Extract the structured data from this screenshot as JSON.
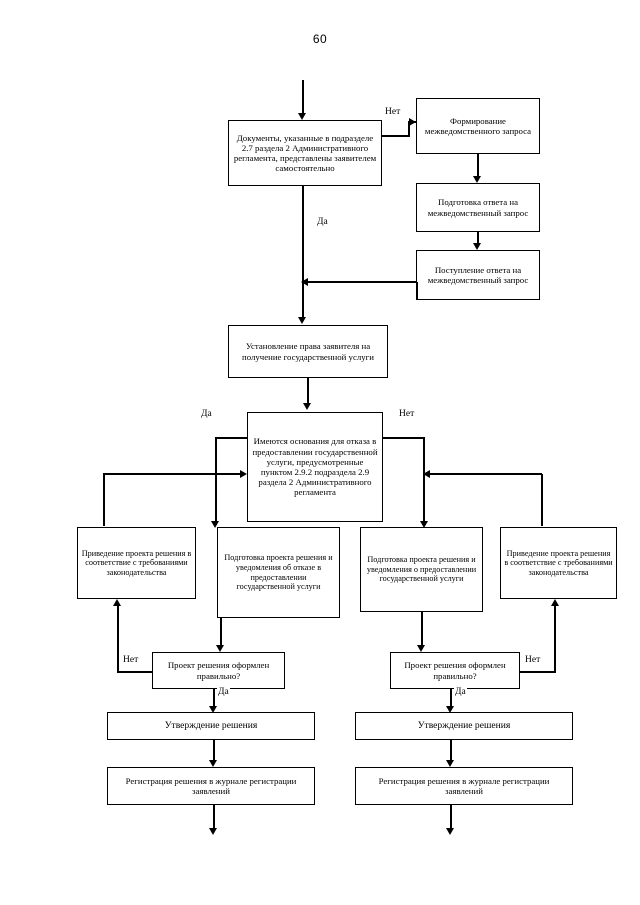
{
  "document": {
    "page_number": "60",
    "language": "ru",
    "type": "flowchart"
  },
  "nodes": {
    "documents_self_submitted": "Документы, указанные в подразделе 2.7 раздела 2 Административного регламента, представлены заявителем самостоятельно",
    "form_interdept_request": "Формирование межведомственного запроса",
    "prepare_interdept_answer": "Подготовка ответа на межведомственный запрос",
    "receive_interdept_answer": "Поступление ответа на межведомственный запрос",
    "establish_applicant_right": "Установление права заявителя на получение государственной услуги",
    "refusal_grounds_decision": "Имеются основания для отказа в предоставлении государственной услуги, предусмотренные пунктом 2.9.2 подраздела 2.9 раздела 2 Административного регламента",
    "align_draft_left": "Приведение проекта решения в соответствие с требованиями законодательства",
    "prepare_refusal_draft": "Подготовка проекта решения и уведомления об отказе в предоставлении государственной услуги",
    "prepare_grant_draft": "Подготовка проекта решения и уведомления о предоставлении государственной услуги",
    "align_draft_right": "Приведение проекта решения в соответствие с требованиями законодательства",
    "draft_correct_left": "Проект решения оформлен правильно?",
    "draft_correct_right": "Проект решения оформлен правильно?",
    "approve_decision_left": "Утверждение решения",
    "approve_decision_right": "Утверждение решения",
    "register_decision_left": "Регистрация решения в журнале регистрации заявлений",
    "register_decision_right": "Регистрация решения в журнале регистрации заявлений"
  },
  "edge_labels": {
    "no_top": "Нет",
    "yes_top": "Да",
    "yes_decision_left": "Да",
    "no_decision_right": "Нет",
    "no_draft_left": "Нет",
    "yes_draft_left": "Да",
    "no_draft_right": "Нет",
    "yes_draft_right": "Да"
  },
  "colors": {
    "line": "#000000",
    "background": "#ffffff",
    "text": "#000000"
  }
}
